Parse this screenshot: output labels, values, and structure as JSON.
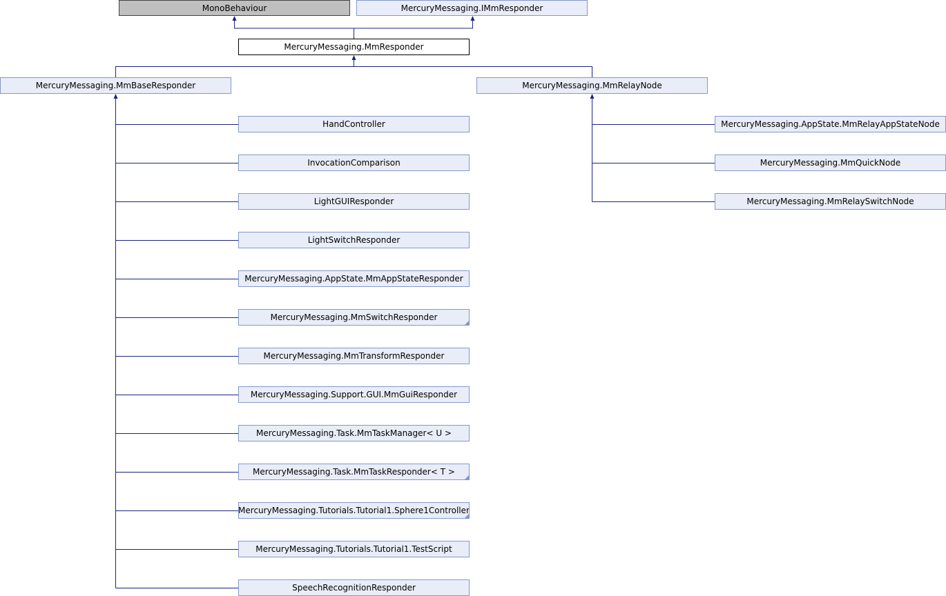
{
  "colors": {
    "edge": "#1a237e",
    "node_fill": "#e9edf7",
    "node_border": "#8497c9",
    "external_fill": "#bfbfbf",
    "current_fill": "#ffffff"
  },
  "nodes": {
    "monobehaviour": "MonoBehaviour",
    "immresponder": "MercuryMessaging.IMmResponder",
    "mmresponder": "MercuryMessaging.MmResponder",
    "mmbaseresponder": "MercuryMessaging.MmBaseResponder",
    "mmrelaynode": "MercuryMessaging.MmRelayNode",
    "handcontroller": "HandController",
    "invocationcomparison": "InvocationComparison",
    "lightguiresponder": "LightGUIResponder",
    "lightswitchresponder": "LightSwitchResponder",
    "mmappstateresponder": "MercuryMessaging.AppState.MmAppStateResponder",
    "mmswitchresponder": "MercuryMessaging.MmSwitchResponder",
    "mmtransformresponder": "MercuryMessaging.MmTransformResponder",
    "mmguiresponder": "MercuryMessaging.Support.GUI.MmGuiResponder",
    "mmtaskmanager": "MercuryMessaging.Task.MmTaskManager< U >",
    "mmtaskresponder": "MercuryMessaging.Task.MmTaskResponder< T >",
    "sphere1controller": "MercuryMessaging.Tutorials.Tutorial1.Sphere1Controller",
    "testscript": "MercuryMessaging.Tutorials.Tutorial1.TestScript",
    "speechrecognitionresponder": "SpeechRecognitionResponder",
    "mmrelayappstatenode": "MercuryMessaging.AppState.MmRelayAppStateNode",
    "mmquicknode": "MercuryMessaging.MmQuickNode",
    "mmrelayswitchnode": "MercuryMessaging.MmRelaySwitchNode"
  }
}
